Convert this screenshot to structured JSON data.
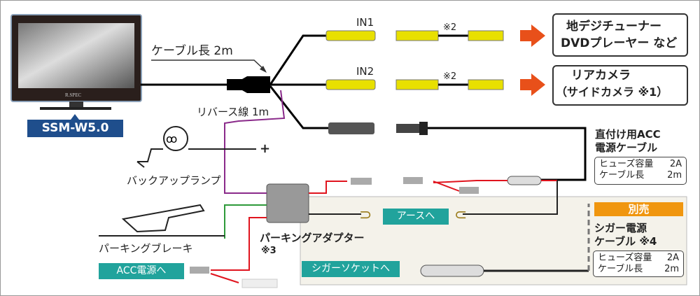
{
  "monitor": {
    "model_badge": "SSM-W5.0",
    "brand_logo": "R.SPEC",
    "colors": {
      "badge": "#1f4e8c"
    }
  },
  "cable": {
    "length_label": "ケーブル長 2m"
  },
  "inputs": [
    {
      "label": "IN1",
      "note": "※2",
      "destination_lines": [
        "地デジチューナー",
        "DVDプレーヤー など"
      ]
    },
    {
      "label": "IN2",
      "note": "※2",
      "destination_lines": [
        "リアカメラ",
        "（サイドカメラ ※1）"
      ]
    }
  ],
  "reverse": {
    "wire_label": "リバース線 1m",
    "lamp_label": "バックアップランプ",
    "plus": "+"
  },
  "acc_direct": {
    "title_lines": [
      "直付け用ACC",
      "電源ケーブル"
    ],
    "specs": [
      {
        "name": "ヒューズ容量",
        "value": "2A"
      },
      {
        "name": "ケーブル長",
        "value": "2m"
      }
    ]
  },
  "adapter": {
    "label": "パーキングアダプター",
    "note": "※3"
  },
  "parking_brake": {
    "label": "パーキングブレーキ"
  },
  "tags": {
    "ground": "アースへ",
    "acc": "ACC電源へ",
    "cigar_socket": "シガーソケットへ"
  },
  "optional": {
    "badge": "別売",
    "title_lines": [
      "シガー電源",
      "ケーブル ※4"
    ],
    "specs": [
      {
        "name": "ヒューズ容量",
        "value": "2A"
      },
      {
        "name": "ケーブル長",
        "value": "2m"
      }
    ]
  },
  "colors": {
    "arrow": "#e8501a",
    "teal": "#21a39c",
    "optional_badge": "#f0960f",
    "reverse_wire": "#8a2a8a",
    "acc_wire": "#e0141e",
    "ground_wire": "#2e9a3a",
    "rca": "#e8e000"
  }
}
